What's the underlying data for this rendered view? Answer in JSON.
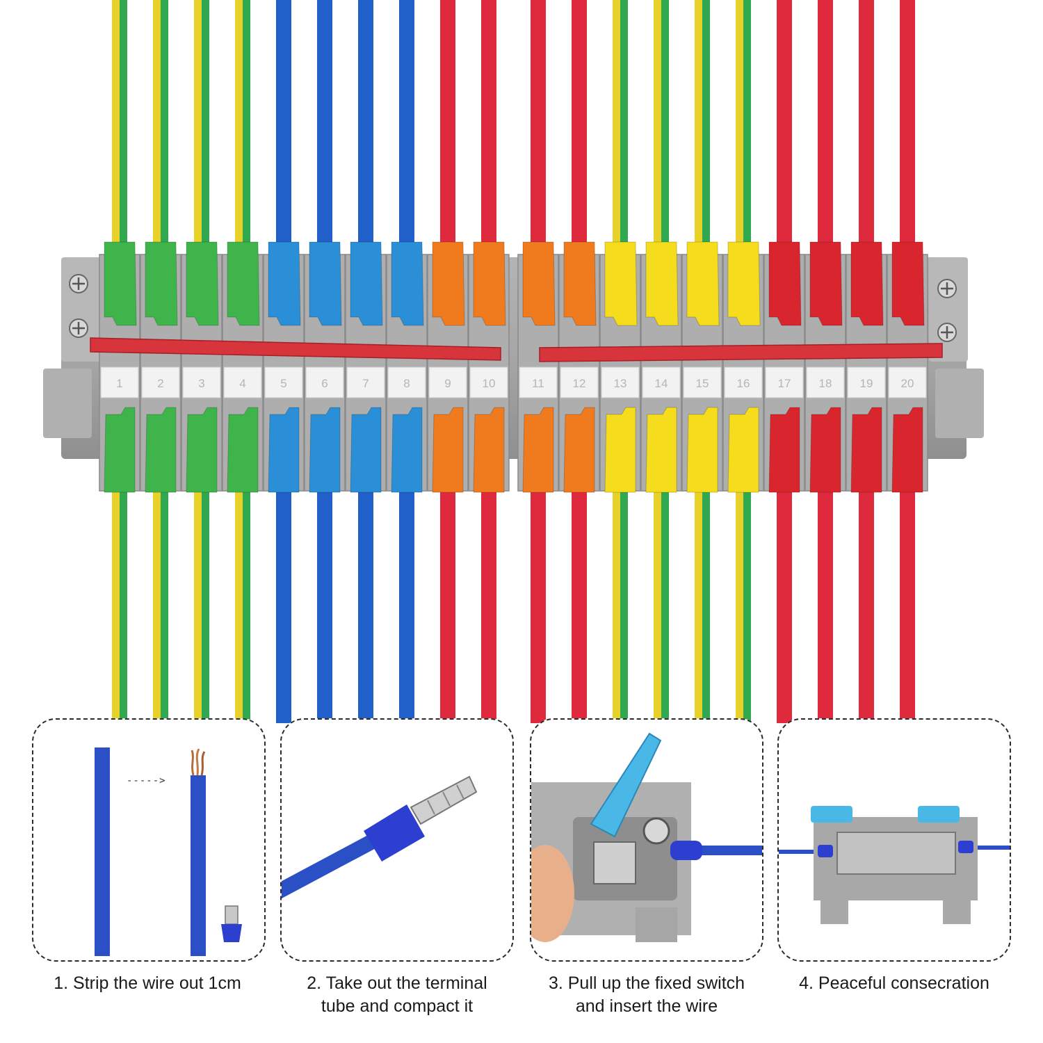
{
  "terminal_block": {
    "positions": [
      {
        "label": "1",
        "lever_color": "#3fb44b",
        "wire": "green-yellow"
      },
      {
        "label": "2",
        "lever_color": "#3fb44b",
        "wire": "green-yellow"
      },
      {
        "label": "3",
        "lever_color": "#3fb44b",
        "wire": "green-yellow"
      },
      {
        "label": "4",
        "lever_color": "#3fb44b",
        "wire": "green-yellow"
      },
      {
        "label": "5",
        "lever_color": "#2a8fd6",
        "wire": "blue"
      },
      {
        "label": "6",
        "lever_color": "#2a8fd6",
        "wire": "blue"
      },
      {
        "label": "7",
        "lever_color": "#2a8fd6",
        "wire": "blue"
      },
      {
        "label": "8",
        "lever_color": "#2a8fd6",
        "wire": "blue"
      },
      {
        "label": "9",
        "lever_color": "#f07a1e",
        "wire": "red"
      },
      {
        "label": "10",
        "lever_color": "#f07a1e",
        "wire": "red"
      },
      {
        "label": "11",
        "lever_color": "#f07a1e",
        "wire": "red"
      },
      {
        "label": "12",
        "lever_color": "#f07a1e",
        "wire": "red"
      },
      {
        "label": "13",
        "lever_color": "#f5dc1c",
        "wire": "green-yellow"
      },
      {
        "label": "14",
        "lever_color": "#f5dc1c",
        "wire": "green-yellow"
      },
      {
        "label": "15",
        "lever_color": "#f5dc1c",
        "wire": "green-yellow"
      },
      {
        "label": "16",
        "lever_color": "#f5dc1c",
        "wire": "green-yellow"
      },
      {
        "label": "17",
        "lever_color": "#d9262e",
        "wire": "red"
      },
      {
        "label": "18",
        "lever_color": "#d9262e",
        "wire": "red"
      },
      {
        "label": "19",
        "lever_color": "#d9262e",
        "wire": "red"
      },
      {
        "label": "20",
        "lever_color": "#d9262e",
        "wire": "red"
      }
    ],
    "wire_colors": {
      "green": "#2fa84f",
      "yellow": "#e8d22a",
      "blue": "#2060c8",
      "red": "#de2a3c"
    },
    "housing_color": "#a9a9a9",
    "jumper_color": "#d8343b",
    "label_strip_color": "#f2f2f2"
  },
  "steps": [
    {
      "line1": "1. Strip the wire out 1cm",
      "line2": ""
    },
    {
      "line1": "2. Take out the terminal",
      "line2": "tube and compact it"
    },
    {
      "line1": "3. Pull up the fixed switch",
      "line2": "and insert the wire"
    },
    {
      "line1": "4. Peaceful consecration",
      "line2": ""
    }
  ],
  "step1": {
    "arrow": "----->"
  },
  "accent_colors": {
    "wire_blue": "#2b4fc4",
    "ferrule_blue": "#2c3fd0",
    "lever_blue": "#4ab8e6",
    "copper": "#b86a3a"
  }
}
